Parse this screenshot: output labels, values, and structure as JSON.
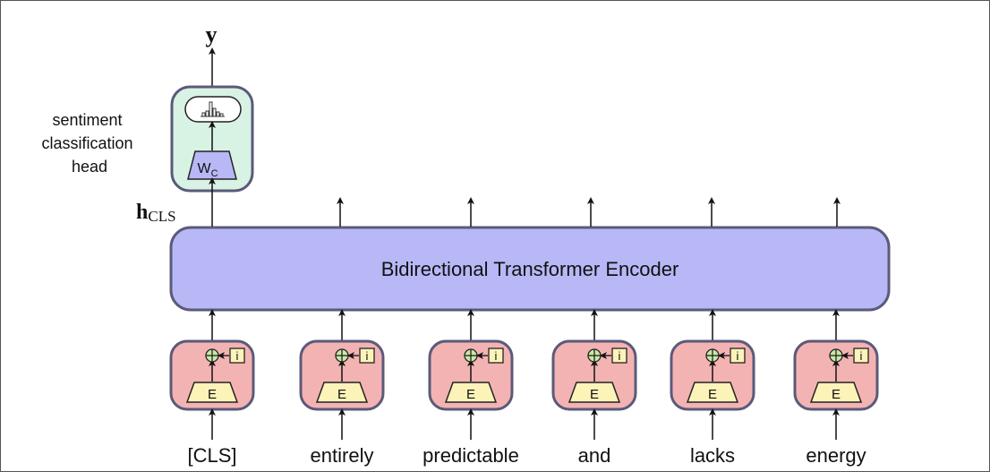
{
  "output": {
    "symbol": "y"
  },
  "head": {
    "label_lines": [
      "sentiment",
      "classification",
      "head"
    ],
    "weight_main": "W",
    "weight_sub": "C"
  },
  "hidden": {
    "main": "h",
    "sub": "CLS"
  },
  "encoder": {
    "label": "Bidirectional Transformer Encoder"
  },
  "tokens": [
    {
      "text": "[CLS]"
    },
    {
      "text": "entirely"
    },
    {
      "text": "predictable"
    },
    {
      "text": "and"
    },
    {
      "text": "lacks"
    },
    {
      "text": "energy"
    }
  ],
  "embedding": {
    "label": "E",
    "position_label": "i"
  },
  "colors": {
    "head_fill": "#d8f2e4",
    "encoder_fill": "#b8b8f7",
    "embed_fill": "#f4b3b3",
    "trapezoid_E_fill": "#fbf3b8",
    "trapezoid_W_fill": "#b8b8f7",
    "outline": "#5a5a7a"
  }
}
